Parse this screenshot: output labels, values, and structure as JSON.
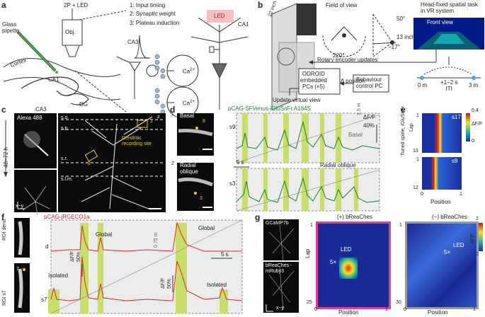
{
  "panel_a": {
    "label": "a",
    "rig_label": "2P + LED",
    "objective": "Obj.",
    "pipette": "Glass\npipette",
    "cortex": "Cortex",
    "ca1": "CA1",
    "ca3": "CA3",
    "dg": "DG",
    "list": [
      "1: Input timing",
      "2: Synaptic weight",
      "3: Plateau induction"
    ],
    "ca3_cell": "CA3",
    "led": "LED",
    "ca1_cell": "CA1",
    "ca_label": "Ca",
    "ca_sup": "2+"
  },
  "panel_b": {
    "label": "b",
    "screen": "22 inch LCD",
    "fov_title": "Field of view",
    "fov_deg": "220°",
    "deg50": "50°",
    "deg17": "−17°",
    "inch13": "13 inch",
    "vr_title": "Head-fixed spatial task\nin VR system",
    "front_view": "Front view",
    "rotary": "Rotary encoder updates",
    "odroid": "ODROID\nembedded\nPCs (×5)",
    "delta_pos": "Δ position",
    "behaviour": "Behaviour\ncontrol PC",
    "update": "Update virtual view",
    "track_start": "0 m",
    "track_end": "3 m",
    "iti": "+1−2 s\nITI"
  },
  "panel_c": {
    "label": "c",
    "alexa": "Alexa 488",
    "time": "48–72 h",
    "xy": "x−y",
    "layers": [
      "s.o.",
      "s.p.",
      "s.r.",
      "s.l.m."
    ],
    "z": "z",
    "site": "Dendritic\nrecording site",
    "n1": "1",
    "n2": "2"
  },
  "panel_d": {
    "label": "d",
    "basal_num": "1",
    "basal": "Basal",
    "radial_num": "2",
    "radial": "Radial\noblique",
    "spine9": "9",
    "spine3": "3",
    "sensor": "pCAG-SFVenus-iGluSnFr.A184S",
    "trace1": "s9",
    "trace2": "s3",
    "basal_tag": "Basal",
    "radial_tag": "Radial oblique",
    "dist": "1.5 m",
    "dff": "ΔF/F",
    "dff_val": "40%",
    "time": "5 s"
  },
  "panel_e": {
    "label": "e",
    "ylabel": "Tuned spine, iGluSnFr",
    "lap": "Lap",
    "s17": "s17",
    "s9": "s9",
    "lap1": "1",
    "lap13": "13",
    "lap1b": "1",
    "lap12": "12",
    "xlabel": "Position",
    "x0": "0",
    "x1": "1",
    "cb_max": "0.4",
    "cb_min": "0",
    "cb_label": "ΔF/F"
  },
  "panel_f": {
    "label": "f",
    "roi_dend": "ROI dend.",
    "roi_s7": "ROI s7",
    "s7num": "7",
    "sensor": "pCAG-jRGECO1a",
    "d": "d",
    "s7": "s7",
    "global": "Global",
    "isolated": "Isolated",
    "dist": "0.75 m",
    "dff": "ΔF/F",
    "dff_val": "50%",
    "time": "5 s"
  },
  "panel_g": {
    "label": "g",
    "gcamp": "GCaMP7b",
    "breach": "bReaChes -\nmRuby3",
    "xy": "x−y",
    "plus": "(+) bReaChes",
    "minus": "(−) bReaChes",
    "lap": "Lap",
    "lap1": "1",
    "lap25": "25",
    "lap1b": "1",
    "lap30": "30",
    "led": "LED",
    "times": "5×",
    "xlabel": "Position",
    "x0": "0",
    "x1": "1",
    "cb_max": "2",
    "cb_min": "0",
    "cb_label": "ΔF/F"
  },
  "colors": {
    "green_trace": "#1e7b2e",
    "red_trace": "#e3262b",
    "highlight": "#c8de6a",
    "plus_frame": "#e0408c",
    "minus_frame": "#9a9a9a"
  }
}
